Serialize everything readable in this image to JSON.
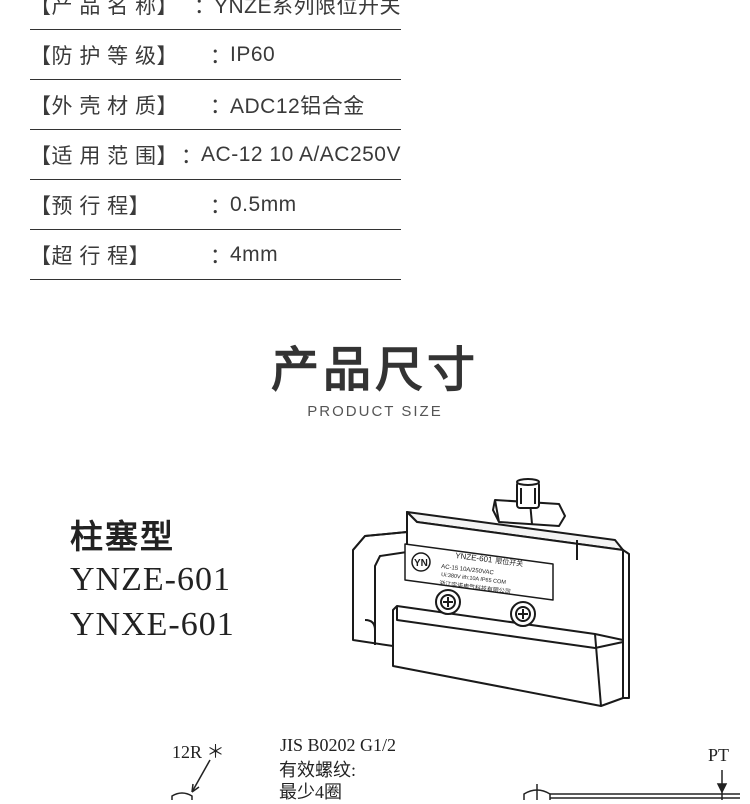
{
  "specs": [
    {
      "key": "【产 品 名 称】",
      "value": "YNZE系列限位开关"
    },
    {
      "key": "【防 护 等 级】",
      "value": "IP60"
    },
    {
      "key": "【外 壳 材 质】",
      "value": "ADC12铝合金"
    },
    {
      "key": "【适 用 范 围】",
      "value": "AC-12 10 A/AC250V"
    },
    {
      "key": "【预    行    程】",
      "value": "0.5mm"
    },
    {
      "key": "【超    行    程】",
      "value": "4mm"
    }
  ],
  "colon": "：",
  "section": {
    "title": "产品尺寸",
    "subtitle": "PRODUCT SIZE"
  },
  "model": {
    "type": "柱塞型",
    "names": [
      "YNZE-601",
      "YNXE-601"
    ]
  },
  "label_plate": {
    "logo": "YN",
    "model": "YNZE-601",
    "name": "限位开关",
    "rating1": "AC-15 10A/250VAC",
    "rating2": "Ui:380V  ith:10A  IP65  COM",
    "maker": "浙江宇诺电气科技有限公司"
  },
  "drawing": {
    "radius_note": "12R ＊",
    "thread_line1": "JIS B0202 G1/2",
    "thread_line2": "有效螺纹:",
    "thread_line3": "最少4圈",
    "pt_label": "PT"
  }
}
